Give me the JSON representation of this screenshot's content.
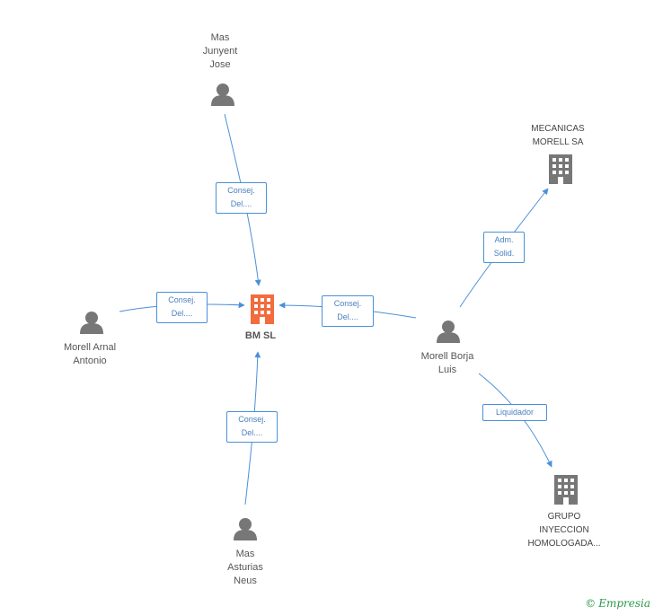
{
  "nodes": {
    "main": {
      "label": "BM SL",
      "color": "#f26c3c"
    },
    "mas_junyent": {
      "label": "Mas\nJunyent\nJose"
    },
    "morell_arnal": {
      "label": "Morell Arnal\nAntonio"
    },
    "mas_asturias": {
      "label": "Mas\nAsturias\nNeus"
    },
    "morell_borja": {
      "label": "Morell Borja\nLuis"
    },
    "mecanicas": {
      "label": "MECANICAS\nMORELL SA"
    },
    "grupo": {
      "label": "GRUPO\nINYECCION\nHOMOLOGADA..."
    }
  },
  "edges": {
    "e1": {
      "label": "Consej.\nDel...."
    },
    "e2": {
      "label": "Consej.\nDel...."
    },
    "e3": {
      "label": "Consej.\nDel...."
    },
    "e4": {
      "label": "Consej.\nDel...."
    },
    "e5": {
      "label": "Adm.\nSolid."
    },
    "e6": {
      "label": "Liquidador"
    }
  },
  "colors": {
    "edge": "#4a90d9",
    "person": "#777777",
    "company": "#777777",
    "main_company": "#f26c3c"
  },
  "footer": {
    "copyright_symbol": "©",
    "brand": "Empresia"
  }
}
